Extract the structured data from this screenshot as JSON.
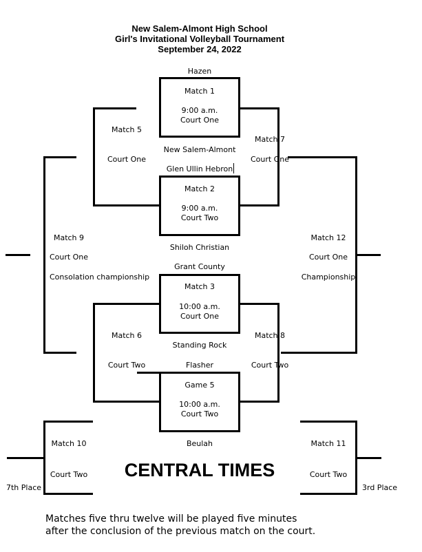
{
  "header": {
    "line1": "New Salem-Almont High School",
    "line2": "Girl's Invitational Volleyball Tournament",
    "line3": "September 24, 2022"
  },
  "teams": {
    "hazen": "Hazen",
    "new_salem_almont": "New Salem-Almont",
    "glen_ullin_hebron": "Glen Ullin Hebron",
    "shiloh_christian": "Shiloh Christian",
    "grant_county": "Grant County",
    "standing_rock": "Standing Rock",
    "flasher": "Flasher",
    "beulah": "Beulah"
  },
  "matches": {
    "m1": {
      "title": "Match 1",
      "time": "9:00 a.m.",
      "court": "Court One"
    },
    "m2": {
      "title": "Match 2",
      "time": "9:00 a.m.",
      "court": "Court Two"
    },
    "m3": {
      "title": "Match 3",
      "time": "10:00 a.m.",
      "court": "Court One"
    },
    "g5": {
      "title": "Game 5",
      "time": "10:00 a.m.",
      "court": "Court Two"
    },
    "m5": {
      "title": "Match 5",
      "court": "Court One"
    },
    "m6": {
      "title": "Match 6",
      "court": "Court Two"
    },
    "m7": {
      "title": "Match 7",
      "court": "Court One"
    },
    "m8": {
      "title": "Match 8",
      "court": "Court Two"
    },
    "m9": {
      "title": "Match 9",
      "court": "Court One",
      "label": "Consolation championship"
    },
    "m12": {
      "title": "Match 12",
      "court": "Court One",
      "label": "Championship"
    },
    "m10": {
      "title": "Match 10",
      "court": "Court Two",
      "place": "7th Place"
    },
    "m11": {
      "title": "Match 11",
      "court": "Court Two",
      "place": "3rd Place"
    }
  },
  "banner": "CENTRAL TIMES",
  "footnote": {
    "line1": "Matches five thru twelve will be played five minutes",
    "line2": "after the conclusion of the previous match on the court."
  }
}
